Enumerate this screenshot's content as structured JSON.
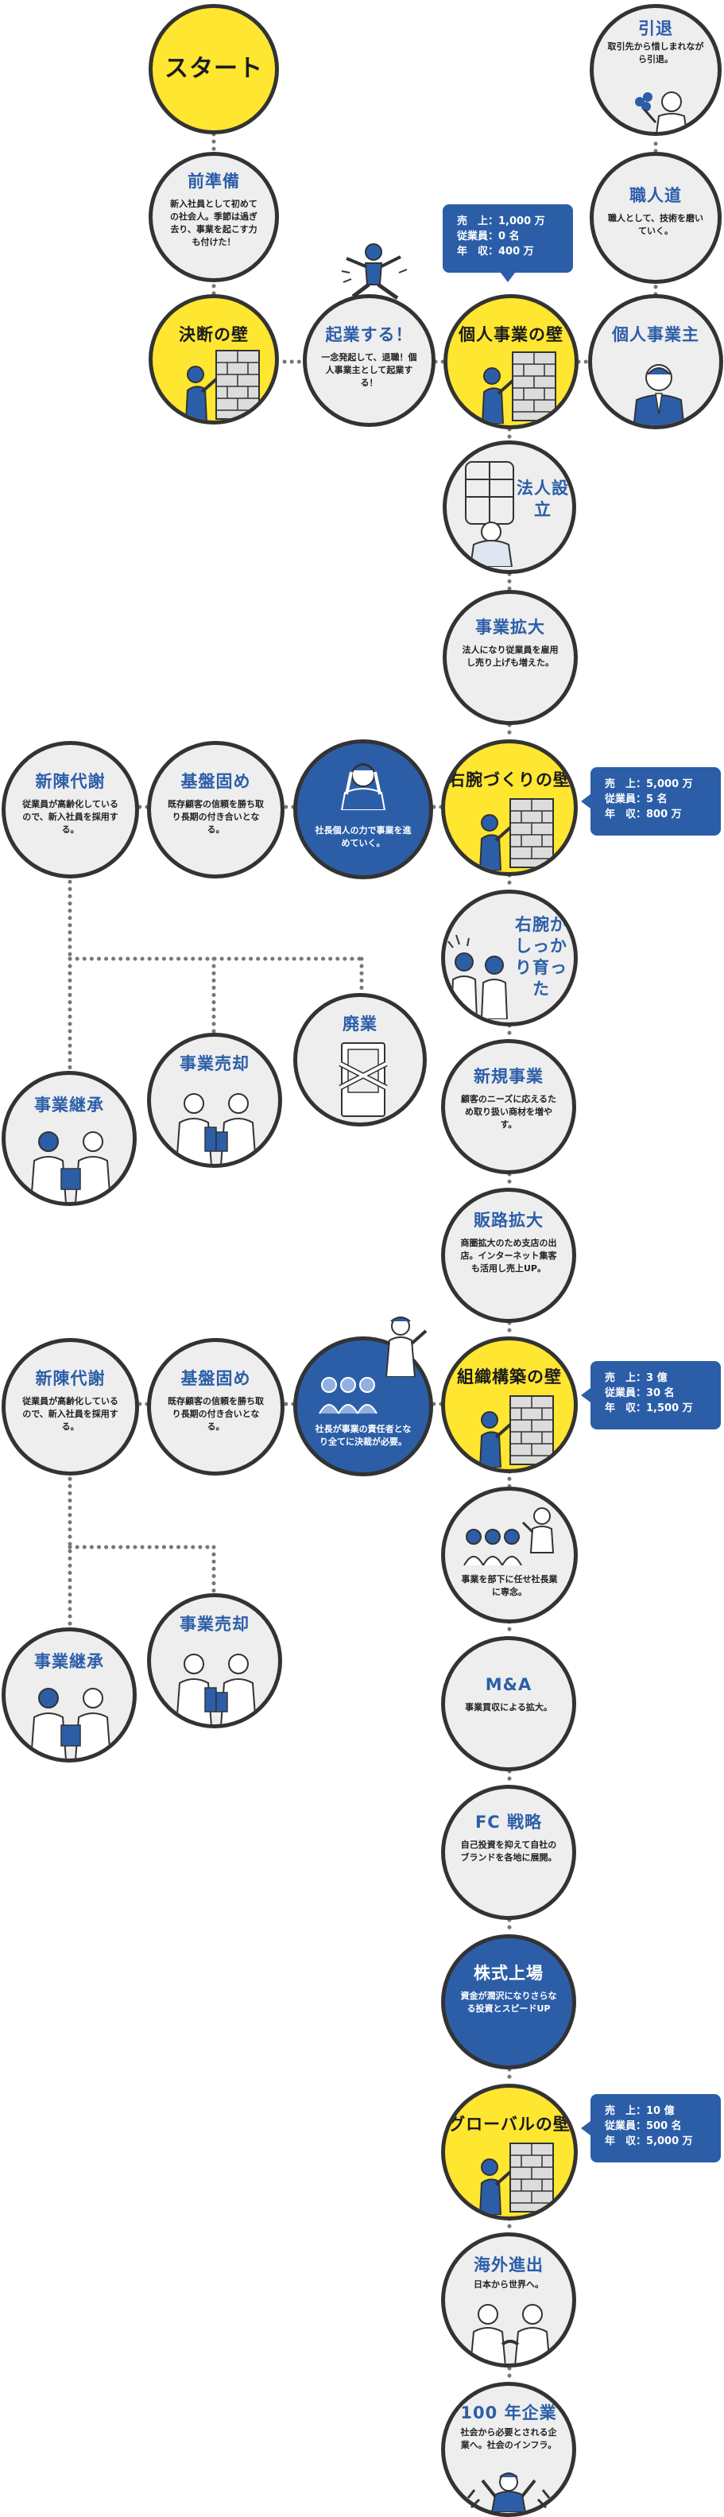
{
  "nodes": {
    "start": {
      "title": "スタート"
    },
    "preparation": {
      "title": "前準備",
      "desc": "新入社員として初めての社会人。季節は過ぎ去り、事業を起こす力も付けた！"
    },
    "decision_wall": {
      "title": "決断の壁"
    },
    "startup": {
      "title": "起業する！",
      "desc": "一念発起して、退職！個人事業主として起業する！"
    },
    "sole_wall": {
      "title": "個人事業の壁"
    },
    "sole_owner": {
      "title": "個人事業主"
    },
    "craftsman": {
      "title": "職人道",
      "desc": "職人として、技術を磨いていく。"
    },
    "retire": {
      "title": "引退",
      "desc": "取引先から惜しまれながら引退。"
    },
    "incorporate": {
      "title": "法人設立"
    },
    "expand": {
      "title": "事業拡大",
      "desc": "法人になり従業員を雇用し売り上げも増えた。"
    },
    "owner_alone": {
      "desc": "社長個人の力で事業を進めていく。"
    },
    "foundation1": {
      "title": "基盤固め",
      "desc": "既存顧客の信頼を勝ち取り長期の付き合いとなる。"
    },
    "renewal1": {
      "title": "新陳代謝",
      "desc": "従業員が高齢化しているので、新入社員を採用する。"
    },
    "rh_wall": {
      "title": "右腕づくりの壁"
    },
    "rh_grown": {
      "title": "右腕がしっかり育った"
    },
    "close": {
      "title": "廃業"
    },
    "sale1": {
      "title": "事業売却"
    },
    "succession1": {
      "title": "事業継承"
    },
    "new_biz": {
      "title": "新規事業",
      "desc": "顧客のニーズに応えるため取り扱い商材を増やす。"
    },
    "sales_exp": {
      "title": "販路拡大",
      "desc": "商圏拡大のため支店の出店。インターネット集客も活用し売上UP。"
    },
    "org_wall": {
      "title": "組織構築の壁"
    },
    "owner_all": {
      "desc": "社長が事業の責任者となり全てに決裁が必要。"
    },
    "foundation2": {
      "title": "基盤固め",
      "desc": "既存顧客の信頼を勝ち取り長期の付き合いとなる。"
    },
    "renewal2": {
      "title": "新陳代謝",
      "desc": "従業員が高齢化しているので、新入社員を採用する。"
    },
    "delegate": {
      "desc": "事業を部下に任せ社長業に専念。"
    },
    "sale2": {
      "title": "事業売却"
    },
    "succession2": {
      "title": "事業継承"
    },
    "ma": {
      "title": "M&A",
      "desc": "事業買収による拡大。"
    },
    "fc": {
      "title": "FC 戦略",
      "desc": "自己投資を抑えて自社のブランドを各地に展開。"
    },
    "ipo": {
      "title": "株式上場",
      "desc": "資金が潤沢になりさらなる投資とスピードUP"
    },
    "global_wall": {
      "title": "グローバルの壁"
    },
    "overseas": {
      "title": "海外進出",
      "desc": "日本から世界へ。"
    },
    "century": {
      "title": "100 年企業",
      "desc": "社会から必要とされる企業へ。社会のインフラ。"
    }
  },
  "stats": {
    "s1": {
      "rows": [
        "売　上：1,000 万",
        "従業員：0 名",
        "年　収：400 万"
      ]
    },
    "s2": {
      "rows": [
        "売　上：5,000 万",
        "従業員：5 名",
        "年　収：800 万"
      ]
    },
    "s3": {
      "rows": [
        "売　上：3 億",
        "従業員：30 名",
        "年　収：1,500 万"
      ]
    },
    "s4": {
      "rows": [
        "売　上：10 億",
        "従業員：500 名",
        "年　収：5,000 万"
      ]
    }
  },
  "colors": {
    "accent_blue": "#2c5ea8",
    "wall_yellow": "#ffe631",
    "circle_gray": "#eeeeee",
    "outline": "#333333"
  },
  "icons": {
    "wall": "brick-wall-push-icon",
    "person": "businessperson-icon",
    "building": "office-building-icon",
    "handshake": "handshake-icon",
    "team": "team-icon"
  }
}
